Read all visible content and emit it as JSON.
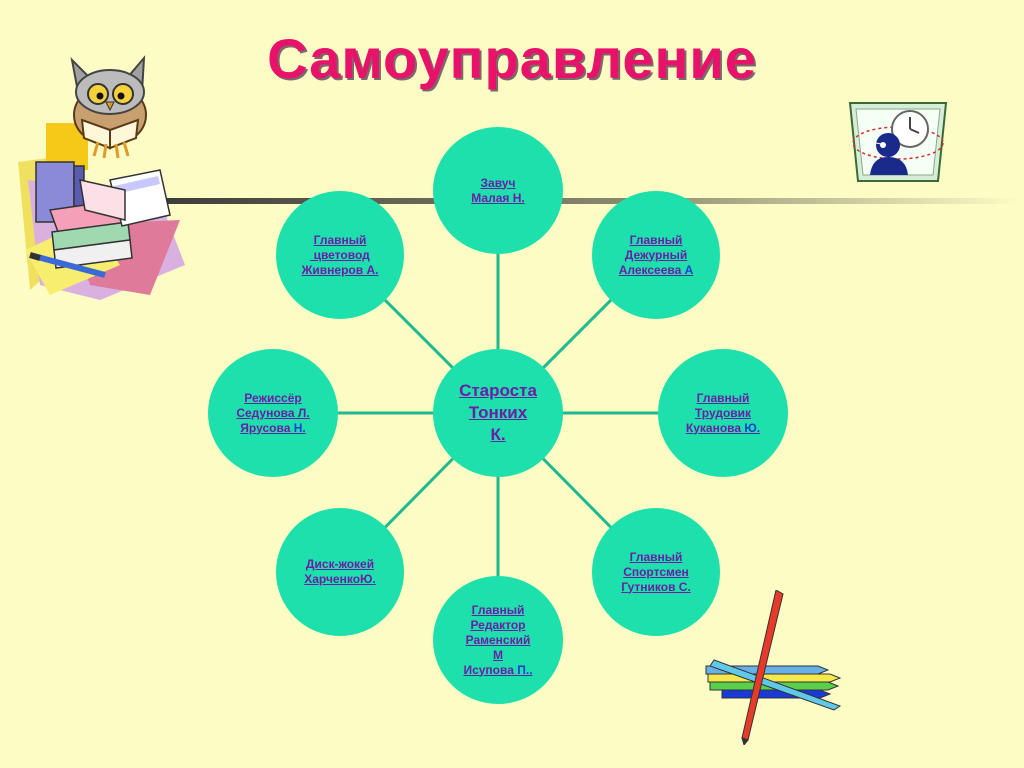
{
  "title": "Самоуправление",
  "center": {
    "lines": [
      "Староста",
      "Тонких",
      "К."
    ]
  },
  "nodes": {
    "top": {
      "l1": "Завуч",
      "l2": "Малая Н."
    },
    "top_left": {
      "l1": "Главный",
      "l2": " цветовод",
      "l3": "Живнеров А",
      "l3_suffix": "."
    },
    "top_right": {
      "l1": "Главный",
      "l2": "Дежурный",
      "l3": "Алексеева ",
      "l3_suffix": "А"
    },
    "left": {
      "l1": "Режиссёр",
      "l2": "Седунова Л.",
      "l3": "Ярусова ",
      "l3_suffix": "Н."
    },
    "right": {
      "l1": "Главный",
      "l2": "Трудовик",
      "l3": "Куканова ",
      "l3_suffix": "Ю."
    },
    "bottom_left": {
      "l1": "Диск-жокей",
      "l2": "ХарченкоЮ",
      "l2_suffix": "."
    },
    "bottom_right": {
      "l1": "Главный",
      "l2": "Спортсмен",
      "l3": "Гутников С."
    },
    "bottom": {
      "l1": "Главный",
      "l2": "Редактор",
      "l3": "Раменский",
      "l4": "М",
      "l5": "Исупова ",
      "l5_suffix": "П.."
    }
  },
  "colors": {
    "node": "#1de0ac",
    "title": "#e8126a",
    "text": "#6a1fa8",
    "background": "#fdfcc4"
  },
  "icons": [
    "owl-reading-books-clipart",
    "clock-face-person-clipart",
    "pencils-clipart"
  ]
}
